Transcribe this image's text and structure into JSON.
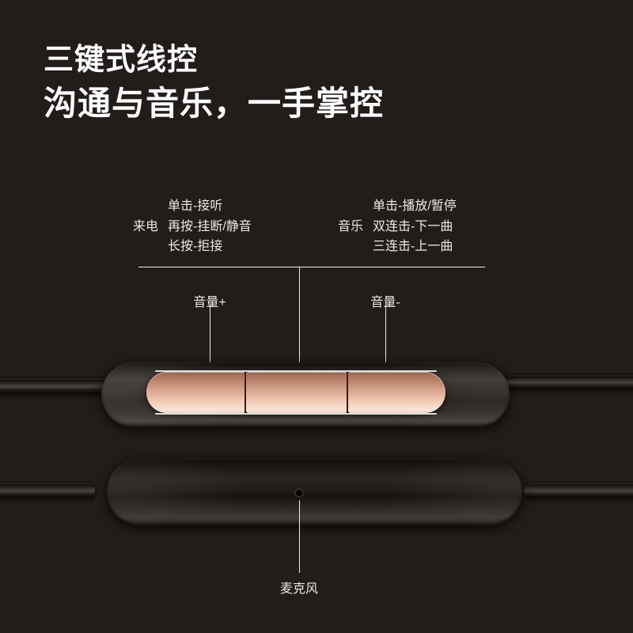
{
  "headline": {
    "line1": "三键式线控",
    "line2": "沟通与音乐，一手掌控"
  },
  "callouts": {
    "incoming_call": {
      "group_label": "来电",
      "lines": [
        "单击-接听",
        "再按-挂断/静音",
        "长按-拒接"
      ]
    },
    "music": {
      "group_label": "音乐",
      "lines": [
        "单击-播放/暂停",
        "双连击-下一曲",
        "三连击-上一曲"
      ]
    },
    "volume_up": "音量+",
    "volume_down": "音量-",
    "microphone": "麦克风"
  },
  "colors": {
    "background": "#221d1a",
    "text": "#ece9e5",
    "headline": "#ffffff",
    "leader_line": "#efece8",
    "button_gold_light": "#fbe6da",
    "button_gold_mid": "#d9a68f",
    "button_gold_dark": "#8e5d49",
    "remote_body": "#201c1a"
  }
}
